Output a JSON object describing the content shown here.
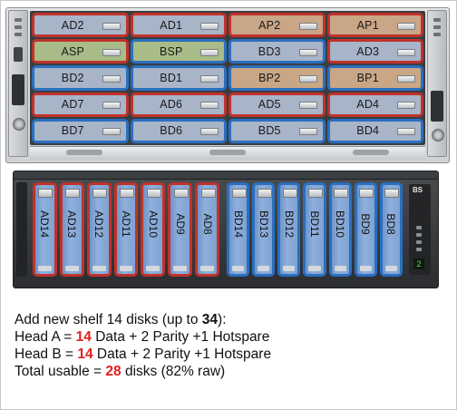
{
  "top_shelf": {
    "disks": [
      {
        "label": "AD2",
        "fill": "#a8b4c8",
        "border": "#c0322b"
      },
      {
        "label": "AD1",
        "fill": "#a8b4c8",
        "border": "#c0322b"
      },
      {
        "label": "AP2",
        "fill": "#c9a686",
        "border": "#c0322b"
      },
      {
        "label": "AP1",
        "fill": "#c9a686",
        "border": "#c0322b"
      },
      {
        "label": "ASP",
        "fill": "#a9bb86",
        "border": "#c0322b"
      },
      {
        "label": "BSP",
        "fill": "#a9bb86",
        "border": "#2a6fc0"
      },
      {
        "label": "BD3",
        "fill": "#a8b4c8",
        "border": "#2a6fc0"
      },
      {
        "label": "AD3",
        "fill": "#a8b4c8",
        "border": "#c0322b"
      },
      {
        "label": "BD2",
        "fill": "#a8b4c8",
        "border": "#2a6fc0"
      },
      {
        "label": "BD1",
        "fill": "#a8b4c8",
        "border": "#2a6fc0"
      },
      {
        "label": "BP2",
        "fill": "#c9a686",
        "border": "#2a6fc0"
      },
      {
        "label": "BP1",
        "fill": "#c9a686",
        "border": "#2a6fc0"
      },
      {
        "label": "AD7",
        "fill": "#a8b4c8",
        "border": "#c0322b"
      },
      {
        "label": "AD6",
        "fill": "#a8b4c8",
        "border": "#c0322b"
      },
      {
        "label": "AD5",
        "fill": "#a8b4c8",
        "border": "#c0322b"
      },
      {
        "label": "AD4",
        "fill": "#a8b4c8",
        "border": "#c0322b"
      },
      {
        "label": "BD7",
        "fill": "#a8b4c8",
        "border": "#2a6fc0"
      },
      {
        "label": "BD6",
        "fill": "#a8b4c8",
        "border": "#2a6fc0"
      },
      {
        "label": "BD5",
        "fill": "#a8b4c8",
        "border": "#2a6fc0"
      },
      {
        "label": "BD4",
        "fill": "#a8b4c8",
        "border": "#2a6fc0"
      }
    ]
  },
  "bottom_shelf": {
    "left_disks": [
      "AD14",
      "AD13",
      "AD12",
      "AD11",
      "AD10",
      "AD9",
      "AD8"
    ],
    "right_disks": [
      "BD14",
      "BD13",
      "BD12",
      "BD11",
      "BD10",
      "BD9",
      "BD8"
    ],
    "controller_brand": "BS",
    "controller_display": "2"
  },
  "caption": {
    "line1_prefix": "Add new shelf 14 disks (up to ",
    "line1_value": "34",
    "line1_suffix": "):",
    "line2_prefix": "Head A = ",
    "line2_value": "14",
    "line2_suffix": " Data + 2 Parity +1 Hotspare",
    "line3_prefix": "Head B = ",
    "line3_value": "14",
    "line3_suffix": " Data + 2 Parity +1 Hotspare",
    "line4_prefix": "Total usable = ",
    "line4_value": "28",
    "line4_suffix": " disks (82% raw)"
  },
  "colors": {
    "head_a_border": "#c0322b",
    "head_b_border": "#2a6fc0",
    "data_fill": "#a8b4c8",
    "parity_fill": "#c9a686",
    "spare_fill": "#a9bb86",
    "highlight_text": "#e0201e"
  }
}
